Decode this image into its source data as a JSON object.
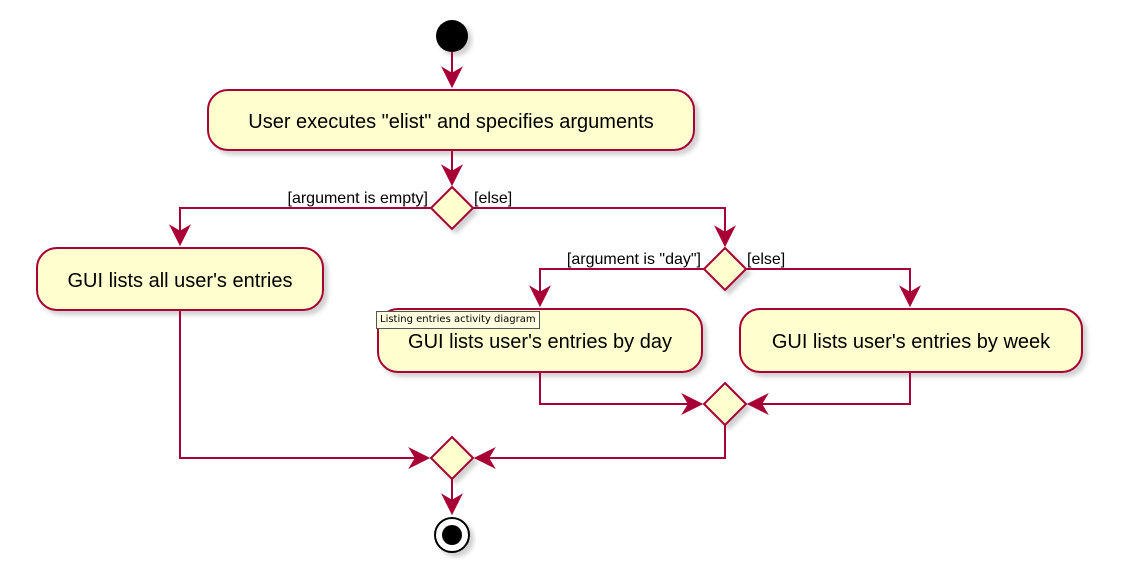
{
  "colors": {
    "node_fill": "#fefece",
    "node_border": "#a80036",
    "arrow": "#a80036",
    "start_node": "#000000",
    "shadow": "#d0d0d0"
  },
  "activities": {
    "execute": "User executes \"elist\" and specifies arguments",
    "list_all": "GUI lists all user's entries",
    "list_by_day": "GUI lists user's entries by day",
    "list_by_week": "GUI lists user's entries by week"
  },
  "guards": {
    "argument_empty": "[argument is empty]",
    "else_1": "[else]",
    "argument_day": "[argument is \"day\"]",
    "else_2": "[else]"
  },
  "tooltip": "Listing entries activity diagram"
}
